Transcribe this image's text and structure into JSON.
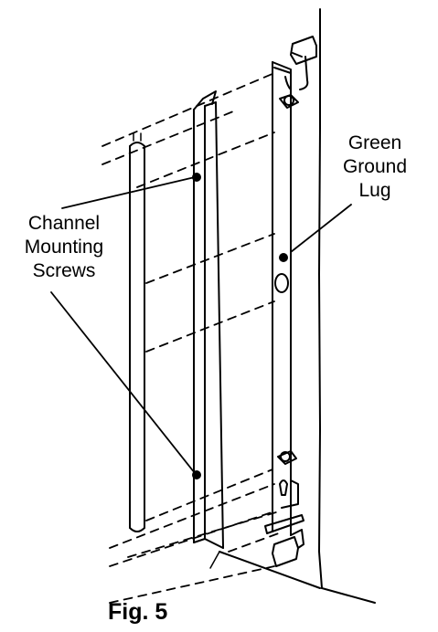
{
  "labels": {
    "green_ground_lug": [
      "Green",
      "Ground",
      "Lug"
    ],
    "channel_mounting_screws": [
      "Channel",
      "Mounting",
      "Screws"
    ]
  },
  "caption": "Fig. 5"
}
